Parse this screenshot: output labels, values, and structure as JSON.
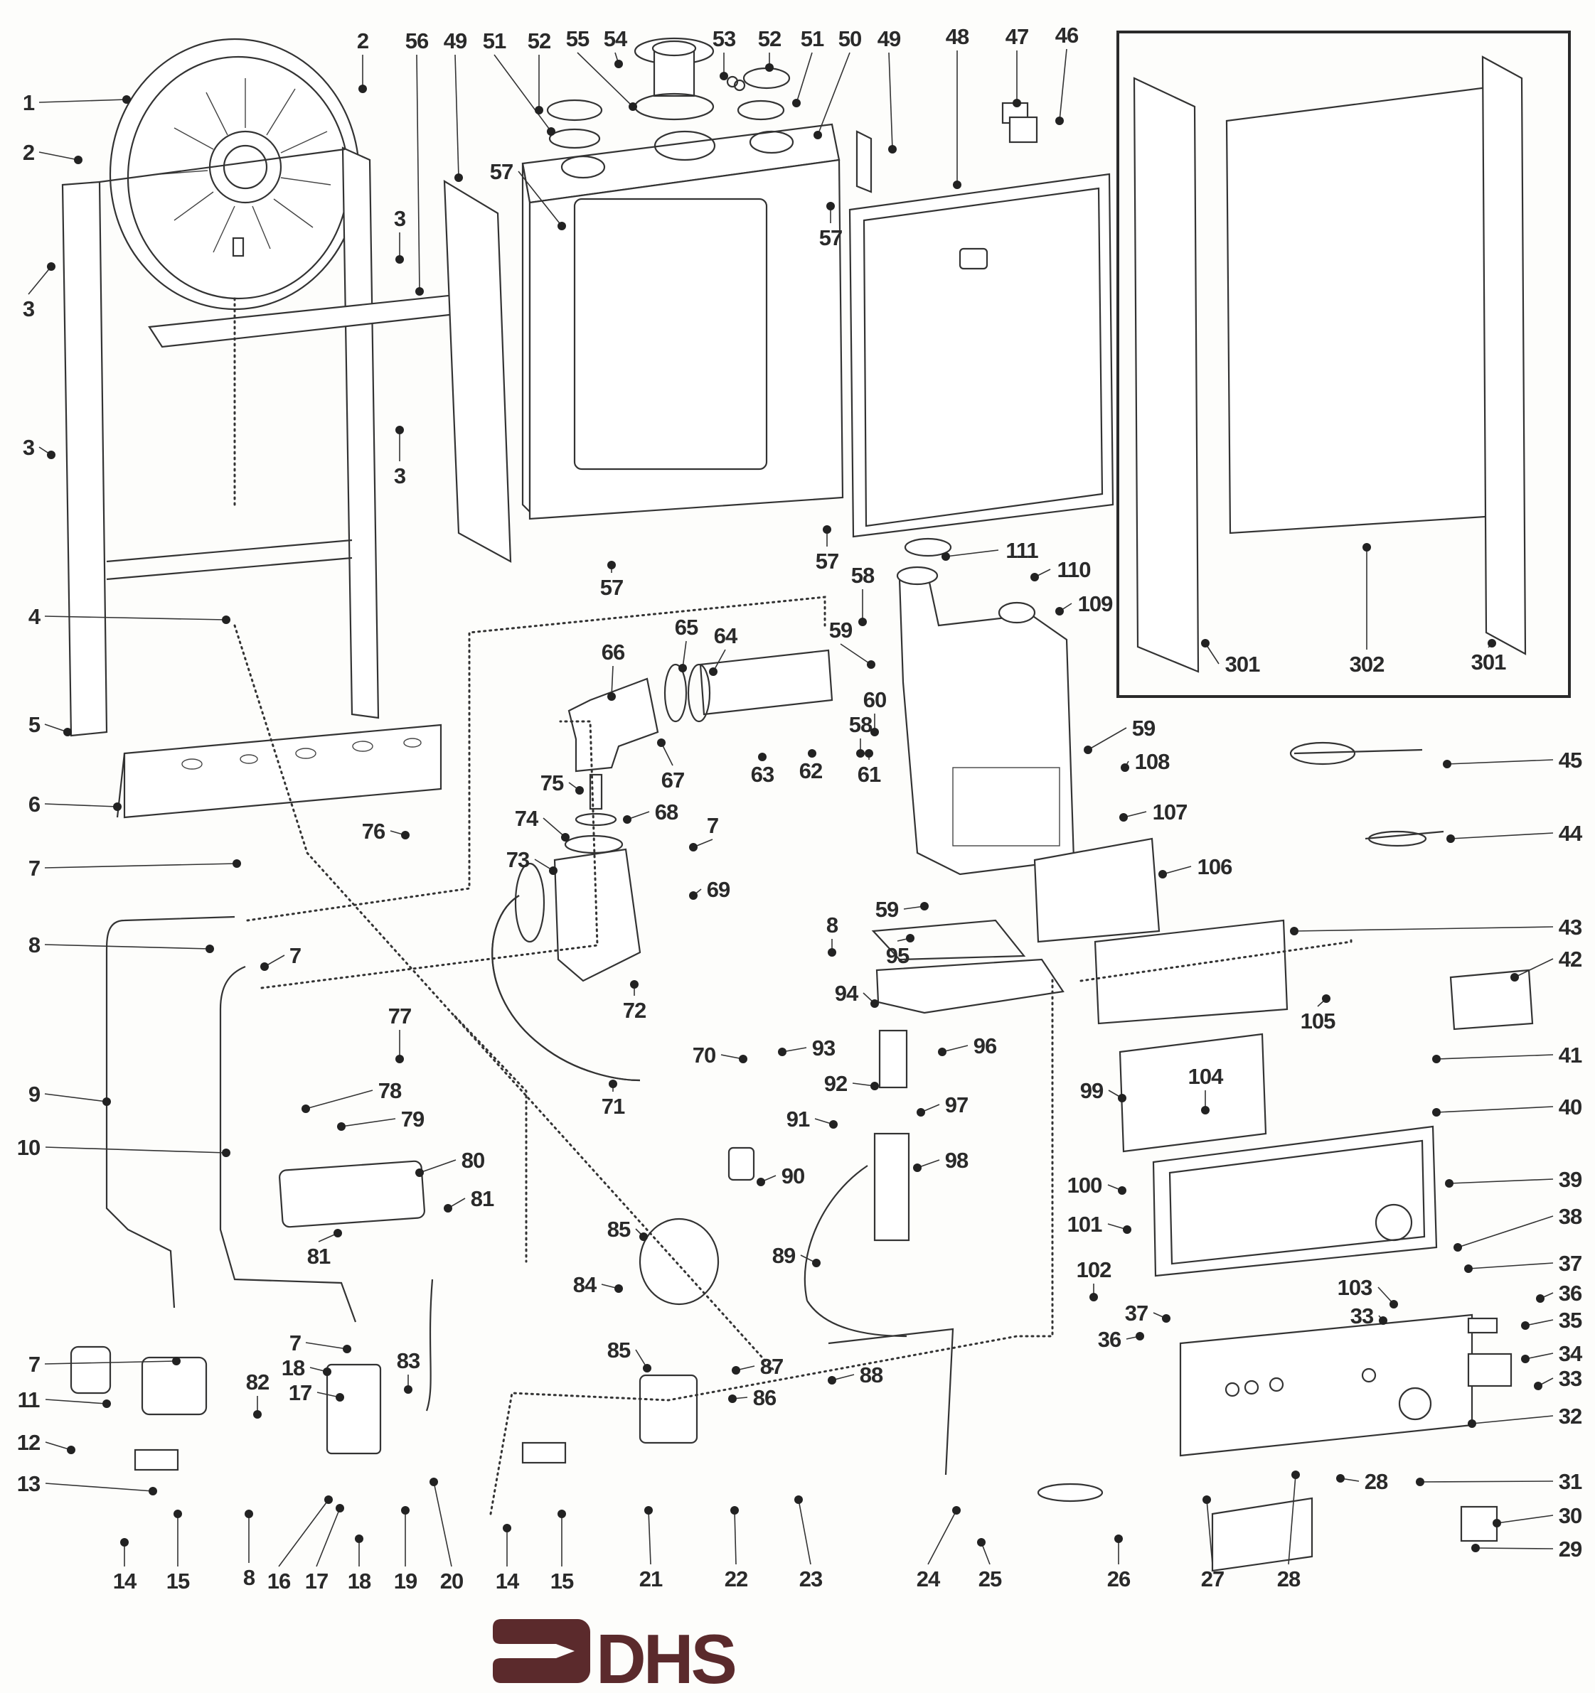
{
  "diagram": {
    "title": "Boiler exploded parts diagram",
    "brand": {
      "logo_text": "DHS",
      "color": "#5b2a2c"
    },
    "colors": {
      "ink": "#2a2a2a",
      "paper": "#fdfdfb"
    },
    "callouts": [
      {
        "id": "c1",
        "label": "1"
      },
      {
        "id": "c2a",
        "label": "2"
      },
      {
        "id": "c2b",
        "label": "2"
      },
      {
        "id": "c3a",
        "label": "3"
      },
      {
        "id": "c3b",
        "label": "3"
      },
      {
        "id": "c3c",
        "label": "3"
      },
      {
        "id": "c3d",
        "label": "3"
      },
      {
        "id": "c4",
        "label": "4"
      },
      {
        "id": "c5",
        "label": "5"
      },
      {
        "id": "c6",
        "label": "6"
      },
      {
        "id": "c7a",
        "label": "7"
      },
      {
        "id": "c7b",
        "label": "7"
      },
      {
        "id": "c7c",
        "label": "7"
      },
      {
        "id": "c7d",
        "label": "7"
      },
      {
        "id": "c7e",
        "label": "7"
      },
      {
        "id": "c8a",
        "label": "8"
      },
      {
        "id": "c8b",
        "label": "8"
      },
      {
        "id": "c8c",
        "label": "8"
      },
      {
        "id": "c9",
        "label": "9"
      },
      {
        "id": "c10",
        "label": "10"
      },
      {
        "id": "c11",
        "label": "11"
      },
      {
        "id": "c12",
        "label": "12"
      },
      {
        "id": "c13",
        "label": "13"
      },
      {
        "id": "c14a",
        "label": "14"
      },
      {
        "id": "c14b",
        "label": "14"
      },
      {
        "id": "c15a",
        "label": "15"
      },
      {
        "id": "c15b",
        "label": "15"
      },
      {
        "id": "c16",
        "label": "16"
      },
      {
        "id": "c17a",
        "label": "17"
      },
      {
        "id": "c17b",
        "label": "17"
      },
      {
        "id": "c18a",
        "label": "18"
      },
      {
        "id": "c18b",
        "label": "18"
      },
      {
        "id": "c19",
        "label": "19"
      },
      {
        "id": "c20",
        "label": "20"
      },
      {
        "id": "c21",
        "label": "21"
      },
      {
        "id": "c22",
        "label": "22"
      },
      {
        "id": "c23",
        "label": "23"
      },
      {
        "id": "c24",
        "label": "24"
      },
      {
        "id": "c25",
        "label": "25"
      },
      {
        "id": "c26",
        "label": "26"
      },
      {
        "id": "c27",
        "label": "27"
      },
      {
        "id": "c28a",
        "label": "28"
      },
      {
        "id": "c28b",
        "label": "28"
      },
      {
        "id": "c29",
        "label": "29"
      },
      {
        "id": "c30",
        "label": "30"
      },
      {
        "id": "c31",
        "label": "31"
      },
      {
        "id": "c32",
        "label": "32"
      },
      {
        "id": "c33a",
        "label": "33"
      },
      {
        "id": "c33b",
        "label": "33"
      },
      {
        "id": "c34",
        "label": "34"
      },
      {
        "id": "c35",
        "label": "35"
      },
      {
        "id": "c36a",
        "label": "36"
      },
      {
        "id": "c36b",
        "label": "36"
      },
      {
        "id": "c37a",
        "label": "37"
      },
      {
        "id": "c37b",
        "label": "37"
      },
      {
        "id": "c38",
        "label": "38"
      },
      {
        "id": "c39",
        "label": "39"
      },
      {
        "id": "c40",
        "label": "40"
      },
      {
        "id": "c41",
        "label": "41"
      },
      {
        "id": "c42",
        "label": "42"
      },
      {
        "id": "c43",
        "label": "43"
      },
      {
        "id": "c44",
        "label": "44"
      },
      {
        "id": "c45",
        "label": "45"
      },
      {
        "id": "c46",
        "label": "46"
      },
      {
        "id": "c47",
        "label": "47"
      },
      {
        "id": "c48",
        "label": "48"
      },
      {
        "id": "c49a",
        "label": "49"
      },
      {
        "id": "c49b",
        "label": "49"
      },
      {
        "id": "c50",
        "label": "50"
      },
      {
        "id": "c51a",
        "label": "51"
      },
      {
        "id": "c51b",
        "label": "51"
      },
      {
        "id": "c52a",
        "label": "52"
      },
      {
        "id": "c52b",
        "label": "52"
      },
      {
        "id": "c53",
        "label": "53"
      },
      {
        "id": "c54",
        "label": "54"
      },
      {
        "id": "c55",
        "label": "55"
      },
      {
        "id": "c56",
        "label": "56"
      },
      {
        "id": "c57a",
        "label": "57"
      },
      {
        "id": "c57b",
        "label": "57"
      },
      {
        "id": "c57c",
        "label": "57"
      },
      {
        "id": "c57d",
        "label": "57"
      },
      {
        "id": "c58a",
        "label": "58"
      },
      {
        "id": "c58b",
        "label": "58"
      },
      {
        "id": "c59a",
        "label": "59"
      },
      {
        "id": "c59b",
        "label": "59"
      },
      {
        "id": "c59c",
        "label": "59"
      },
      {
        "id": "c60",
        "label": "60"
      },
      {
        "id": "c61",
        "label": "61"
      },
      {
        "id": "c62",
        "label": "62"
      },
      {
        "id": "c63",
        "label": "63"
      },
      {
        "id": "c64",
        "label": "64"
      },
      {
        "id": "c65",
        "label": "65"
      },
      {
        "id": "c66",
        "label": "66"
      },
      {
        "id": "c67",
        "label": "67"
      },
      {
        "id": "c68",
        "label": "68"
      },
      {
        "id": "c69",
        "label": "69"
      },
      {
        "id": "c70",
        "label": "70"
      },
      {
        "id": "c71",
        "label": "71"
      },
      {
        "id": "c72",
        "label": "72"
      },
      {
        "id": "c73",
        "label": "73"
      },
      {
        "id": "c74",
        "label": "74"
      },
      {
        "id": "c75",
        "label": "75"
      },
      {
        "id": "c76",
        "label": "76"
      },
      {
        "id": "c77",
        "label": "77"
      },
      {
        "id": "c78",
        "label": "78"
      },
      {
        "id": "c79",
        "label": "79"
      },
      {
        "id": "c80",
        "label": "80"
      },
      {
        "id": "c81a",
        "label": "81"
      },
      {
        "id": "c81b",
        "label": "81"
      },
      {
        "id": "c82",
        "label": "82"
      },
      {
        "id": "c83",
        "label": "83"
      },
      {
        "id": "c84",
        "label": "84"
      },
      {
        "id": "c85a",
        "label": "85"
      },
      {
        "id": "c85b",
        "label": "85"
      },
      {
        "id": "c86",
        "label": "86"
      },
      {
        "id": "c87",
        "label": "87"
      },
      {
        "id": "c88",
        "label": "88"
      },
      {
        "id": "c89",
        "label": "89"
      },
      {
        "id": "c90",
        "label": "90"
      },
      {
        "id": "c91",
        "label": "91"
      },
      {
        "id": "c92",
        "label": "92"
      },
      {
        "id": "c93",
        "label": "93"
      },
      {
        "id": "c94",
        "label": "94"
      },
      {
        "id": "c95",
        "label": "95"
      },
      {
        "id": "c96",
        "label": "96"
      },
      {
        "id": "c97",
        "label": "97"
      },
      {
        "id": "c98",
        "label": "98"
      },
      {
        "id": "c99",
        "label": "99"
      },
      {
        "id": "c100",
        "label": "100"
      },
      {
        "id": "c101",
        "label": "101"
      },
      {
        "id": "c102",
        "label": "102"
      },
      {
        "id": "c103",
        "label": "103"
      },
      {
        "id": "c104",
        "label": "104"
      },
      {
        "id": "c105",
        "label": "105"
      },
      {
        "id": "c106",
        "label": "106"
      },
      {
        "id": "c107",
        "label": "107"
      },
      {
        "id": "c108",
        "label": "108"
      },
      {
        "id": "c109",
        "label": "109"
      },
      {
        "id": "c110",
        "label": "110"
      },
      {
        "id": "c111",
        "label": "111"
      },
      {
        "id": "c301a",
        "label": "301"
      },
      {
        "id": "c301b",
        "label": "301"
      },
      {
        "id": "c302",
        "label": "302"
      }
    ]
  }
}
